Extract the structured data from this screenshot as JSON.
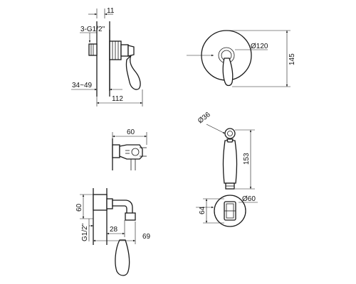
{
  "dimensions": {
    "top_flange_thickness": "11",
    "inlet_thread": "3-G1/2\"",
    "wall_depth_range": "34~49",
    "side_depth": "112",
    "plate_diameter": "Ø120",
    "front_height": "145",
    "holder_width": "60",
    "handset_diameter": "Ø36",
    "handset_length": "153",
    "elbow_height": "60",
    "elbow_thread": "G1/2\"",
    "elbow_offset": "28",
    "elbow_depth": "69",
    "holder_height": "64",
    "holder_plate_diameter": "Ø60"
  }
}
